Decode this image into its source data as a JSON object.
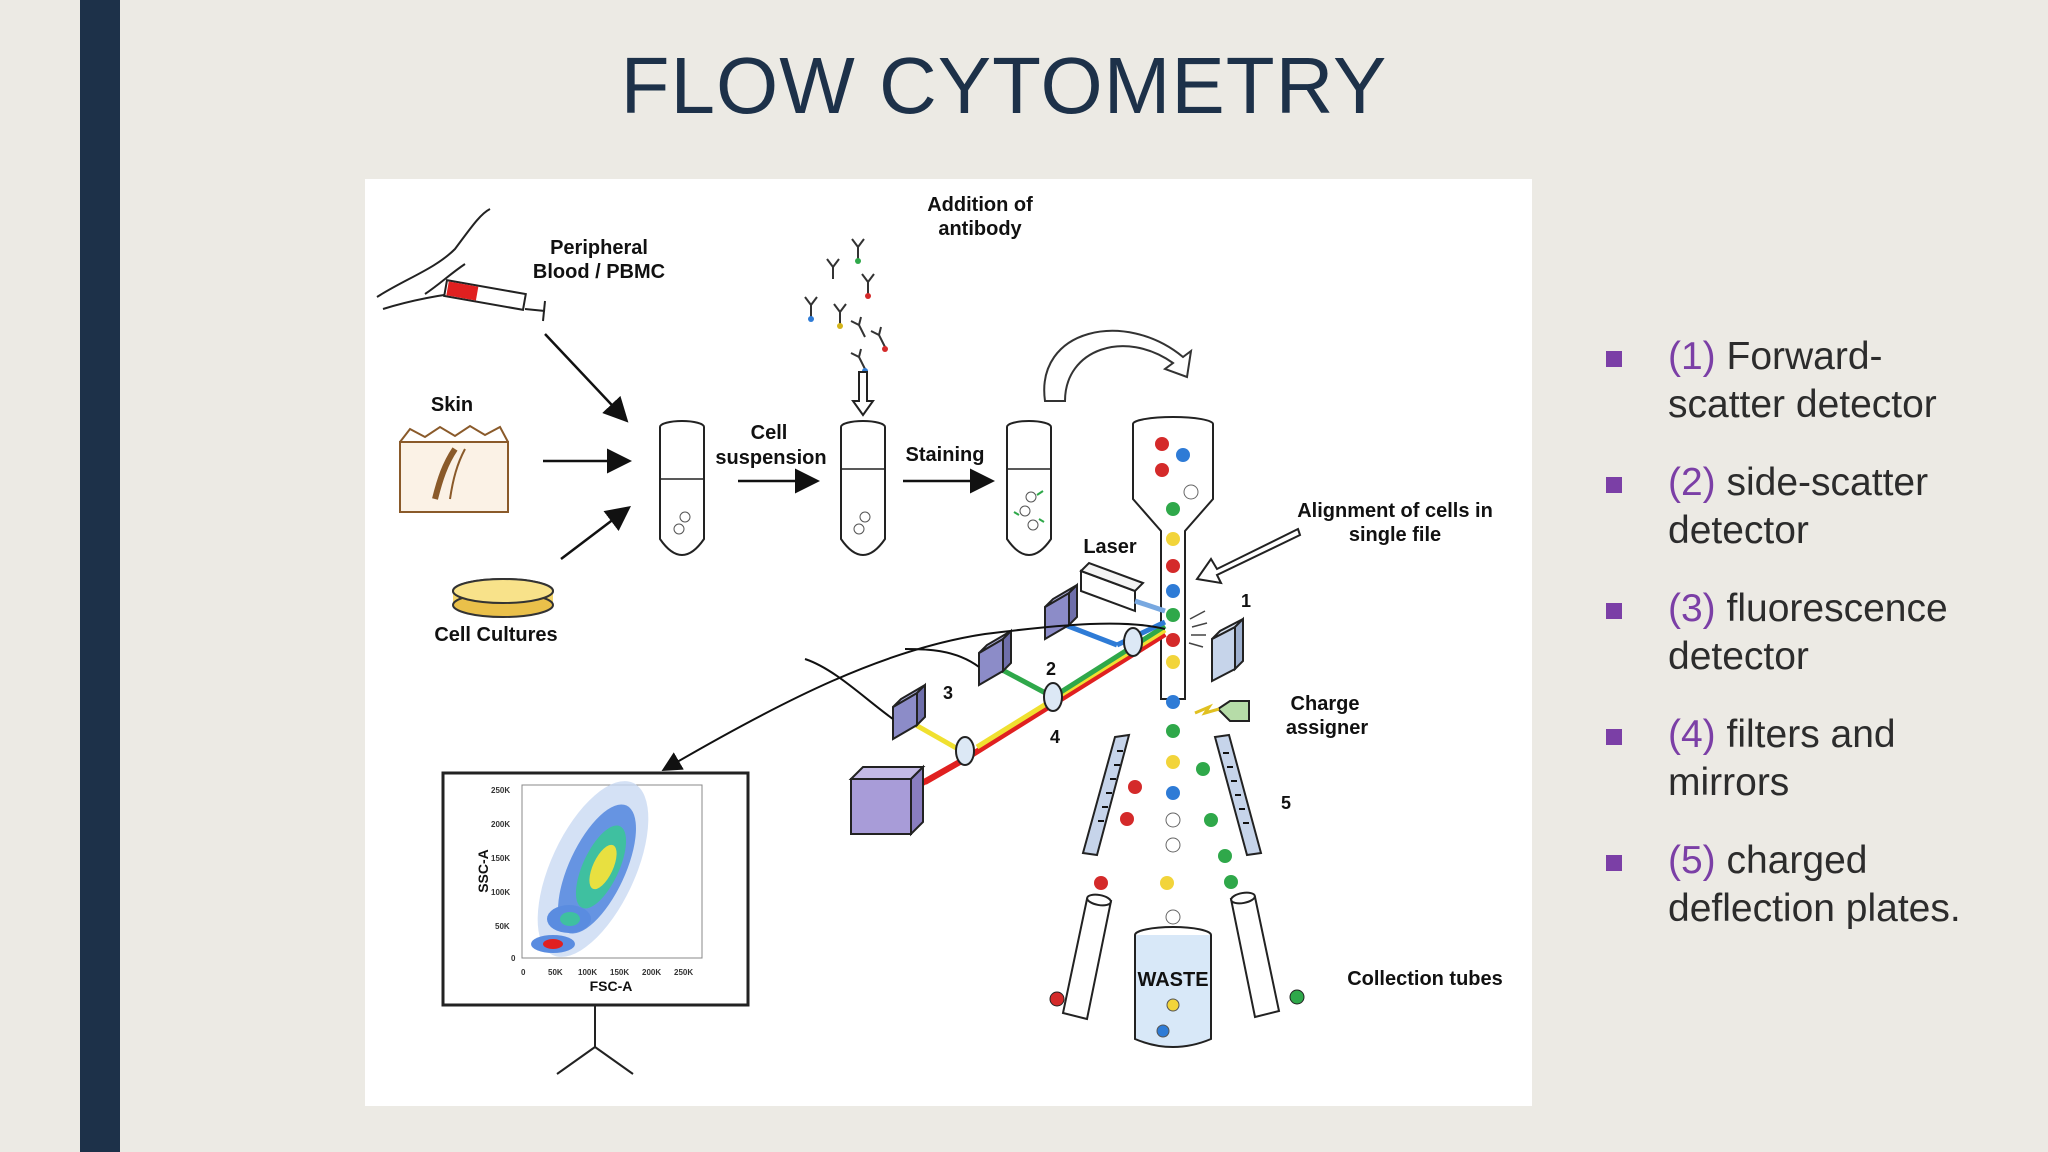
{
  "slide": {
    "title": "FLOW CYTOMETRY",
    "colors": {
      "accent_bar": "#1D3149",
      "bullet": "#7B3FA6",
      "background": "#ECEAE4"
    }
  },
  "figure": {
    "labels": {
      "peripheral_blood": [
        "Peripheral",
        "Blood / PBMC"
      ],
      "skin": "Skin",
      "cell_cultures": "Cell Cultures",
      "cell_suspension": [
        "Cell",
        "suspension"
      ],
      "addition_of_antibody": [
        "Addition of",
        "antibody"
      ],
      "staining": "Staining",
      "laser": "Laser",
      "alignment": [
        "Alignment of cells in",
        "single file"
      ],
      "charge_assigner": [
        "Charge",
        "assigner"
      ],
      "collection_tubes": "Collection tubes",
      "waste": "WASTE",
      "num_1": "1",
      "num_2": "2",
      "num_3": "3",
      "num_4": "4",
      "num_5": "5"
    },
    "plot": {
      "ylabel": "SSC-A",
      "xlabel": "FSC-A",
      "yticks": [
        "250K",
        "200K",
        "150K",
        "100K",
        "50K",
        "0"
      ],
      "xticks": [
        "0",
        "50K",
        "100K",
        "150K",
        "200K",
        "250K"
      ]
    }
  },
  "bullets": [
    {
      "num": "(1)",
      "line1": "Forward-",
      "line2": "scatter detector"
    },
    {
      "num": "(2)",
      "line1": "side-scatter",
      "line2": "detector"
    },
    {
      "num": "(3)",
      "line1": "fluorescence",
      "line2": "detector"
    },
    {
      "num": "(4)",
      "line1": "filters and",
      "line2": "mirrors"
    },
    {
      "num": "(5)",
      "line1": "charged",
      "line2": "deflection plates."
    }
  ]
}
